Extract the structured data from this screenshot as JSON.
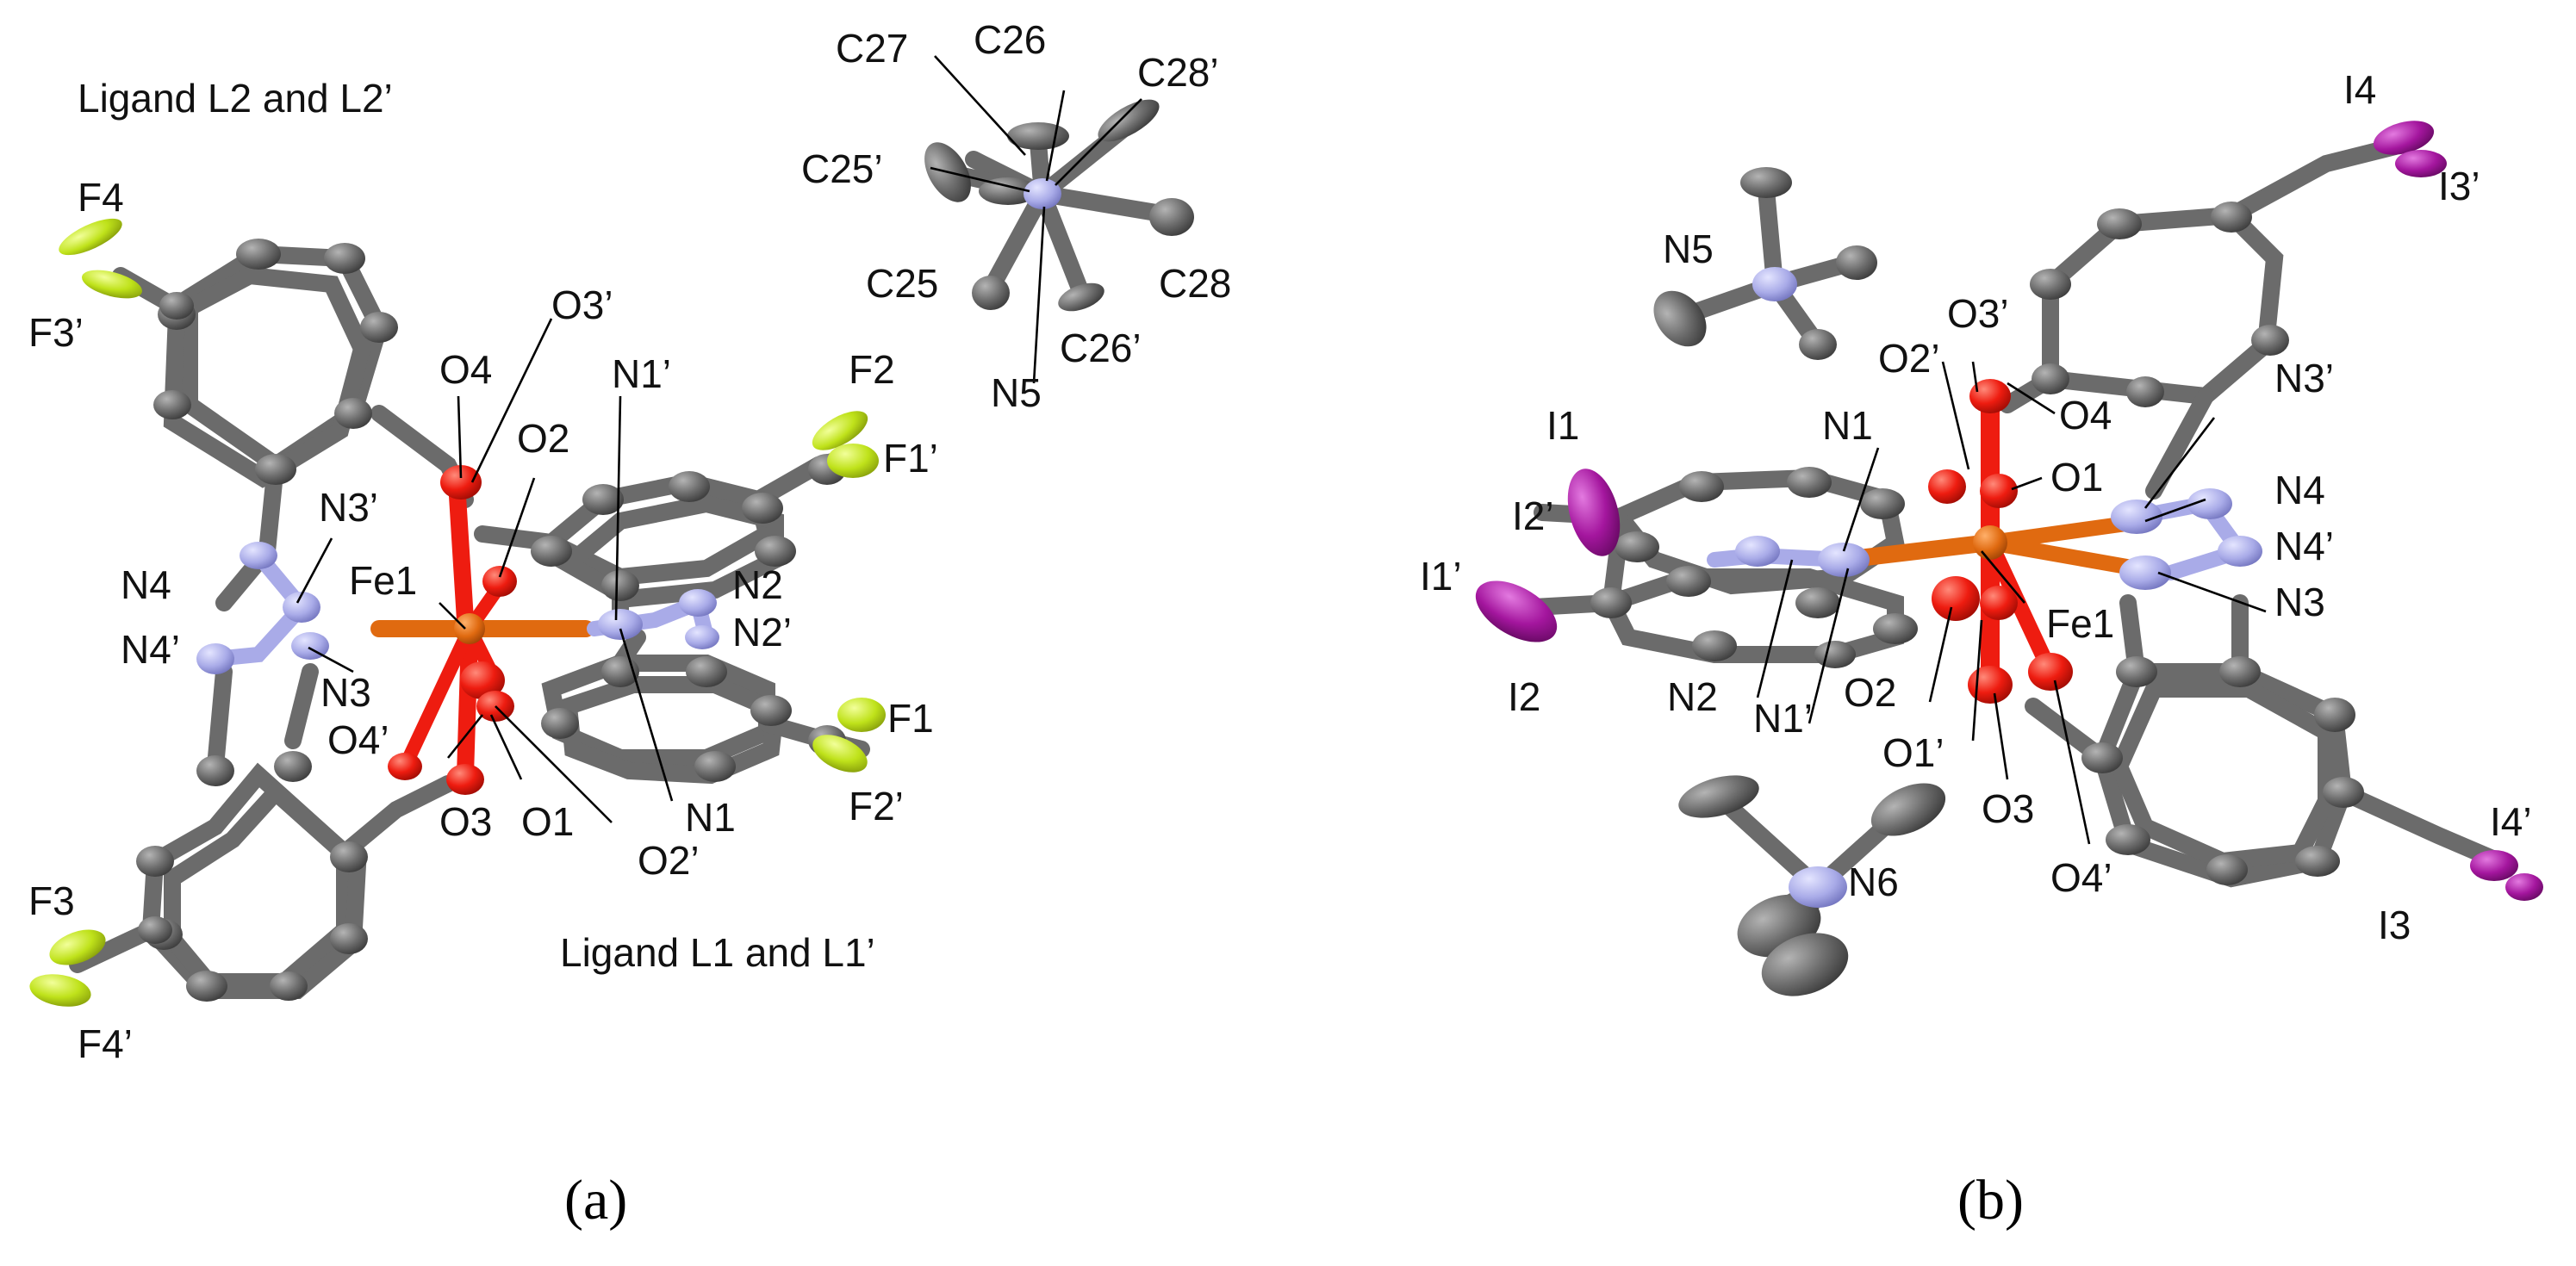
{
  "colors": {
    "carbon": "#6f6f6f",
    "nitrogen": "#a9abe8",
    "oxygen": "#ee1c10",
    "iron": "#e06a10",
    "fluorine": "#bfe21a",
    "iodine": "#a4169e"
  },
  "panel_a": {
    "title_top": "Ligand L2 and L2’",
    "title_bottom": "Ligand L1 and L1’",
    "caption": "(a)",
    "labels": {
      "C27": "C27",
      "C26": "C26",
      "C28p": "C28’",
      "C25p": "C25’",
      "C25": "C25",
      "C28": "C28",
      "C26p": "C26’",
      "N5": "N5",
      "F4": "F4",
      "F3p": "F3’",
      "O3p": "O3’",
      "O4": "O4",
      "O2": "O2",
      "N1p": "N1’",
      "F2": "F2",
      "F1p": "F1’",
      "N3p": "N3’",
      "N4": "N4",
      "Fe1": "Fe1",
      "N2": "N2",
      "N2p": "N2’",
      "N4p": "N4’",
      "N3": "N3",
      "O4p": "O4’",
      "F1": "F1",
      "O3": "O3",
      "O1": "O1",
      "N1": "N1",
      "O2p": "O2’",
      "F2p": "F2’",
      "F3": "F3",
      "F4p": "F4’"
    }
  },
  "panel_b": {
    "caption": "(b)",
    "labels": {
      "I4": "I4",
      "I3p": "I3’",
      "N5": "N5",
      "O3p": "O3’",
      "O2p": "O2’",
      "O4": "O4",
      "I1": "I1",
      "N1": "N1",
      "N3p": "N3’",
      "O1": "O1",
      "N4": "N4",
      "I2p": "I2’",
      "N4p": "N4’",
      "I1p": "I1’",
      "Fe1": "Fe1",
      "N3": "N3",
      "I2": "I2",
      "N2": "N2",
      "N1p": "N1’",
      "O2": "O2",
      "O1p": "O1’",
      "O3": "O3",
      "N6": "N6",
      "O4p": "O4’",
      "I4p": "I4’",
      "I3": "I3"
    }
  }
}
